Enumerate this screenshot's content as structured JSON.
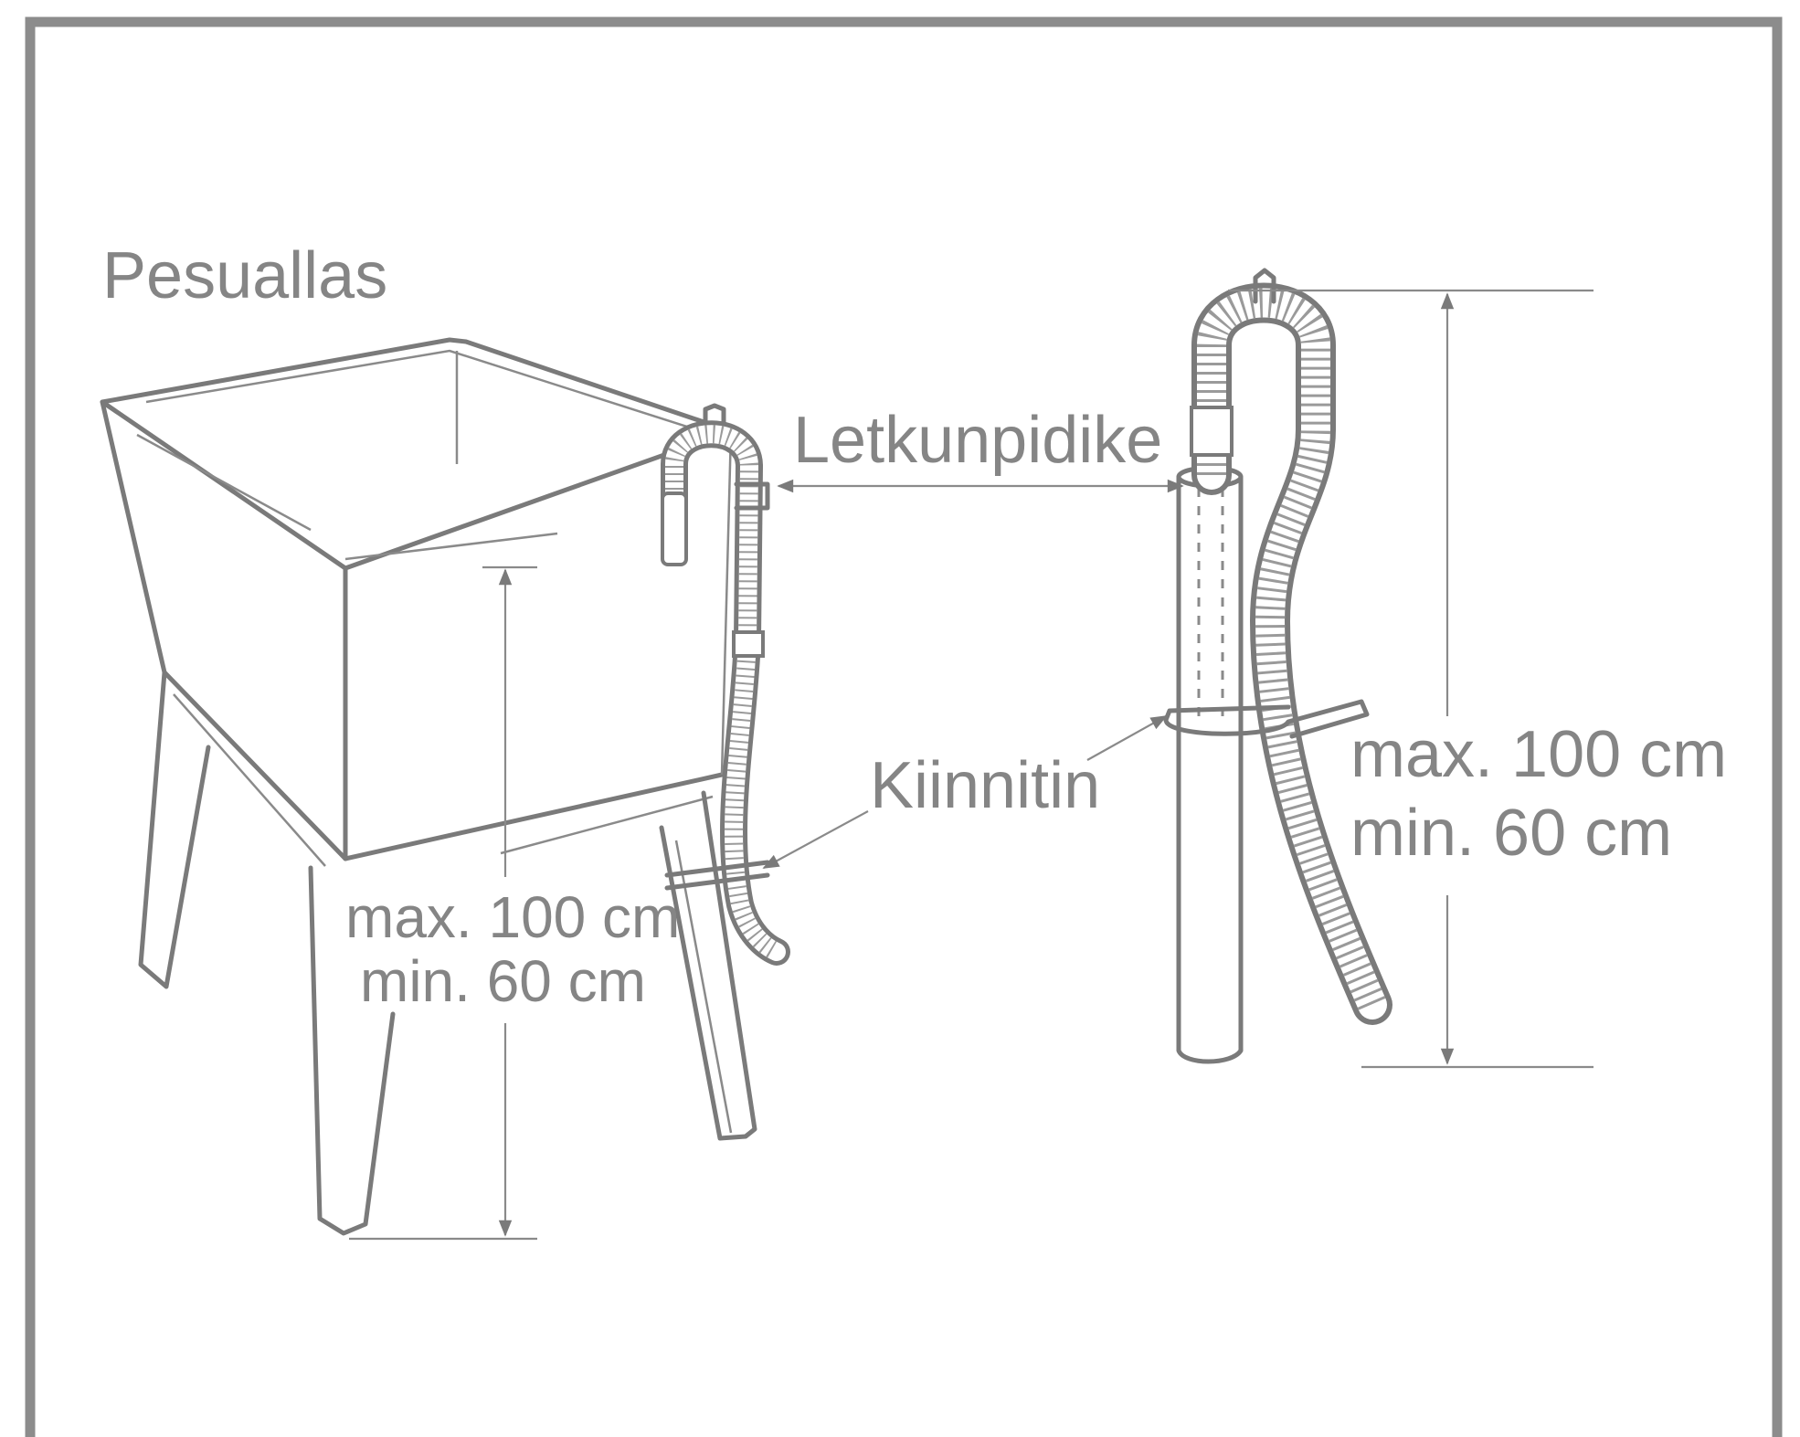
{
  "labels": {
    "sink": "Pesuallas",
    "hose_holder": "Letkunpidike",
    "fastener": "Kiinnitin",
    "sink_height_max": "max. 100 cm",
    "sink_height_min": "min. 60 cm",
    "pipe_height_max": "max. 100 cm",
    "pipe_height_min": "min. 60 cm"
  },
  "colors": {
    "line": "#7a7a7a",
    "text": "#858585",
    "frame": "#8c8c8c",
    "background": "#ffffff"
  }
}
